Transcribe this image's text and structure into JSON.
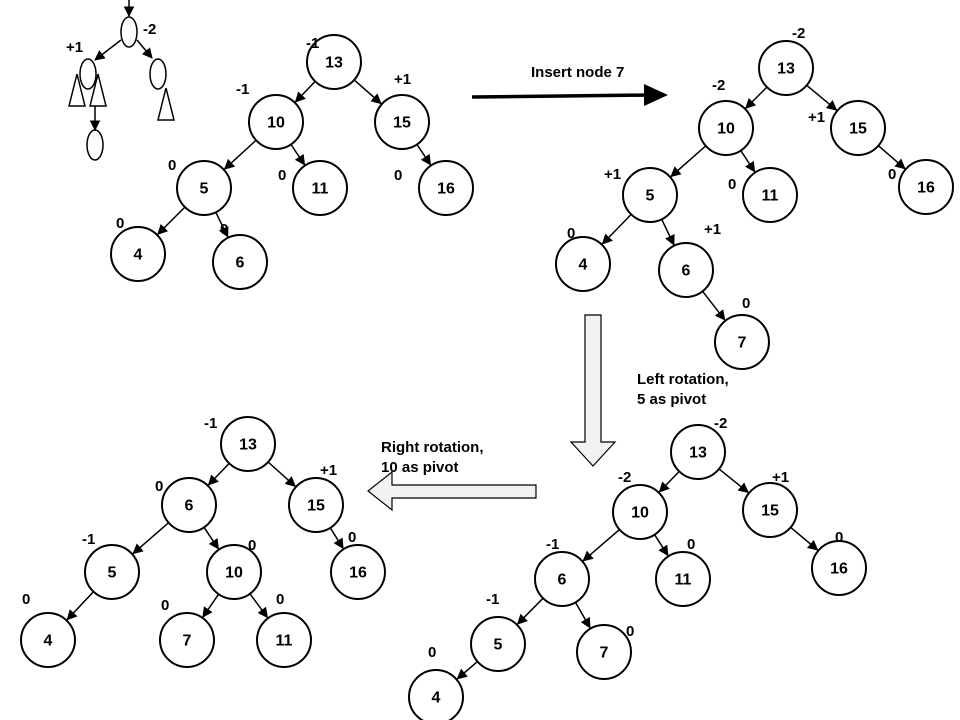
{
  "captions": {
    "insert": "Insert node 7",
    "left_rotation_line1": "Left rotation,",
    "left_rotation_line2": "5 as pivot",
    "right_rotation_line1": "Right rotation,",
    "right_rotation_line2": "10 as pivot"
  },
  "legend": {
    "root_balance": "-2",
    "child_balance": "+1"
  },
  "trees": {
    "original": {
      "nodes": [
        {
          "id": "13",
          "label": "13",
          "balance": "-1"
        },
        {
          "id": "10",
          "label": "10",
          "balance": "-1"
        },
        {
          "id": "15",
          "label": "15",
          "balance": "+1"
        },
        {
          "id": "5",
          "label": "5",
          "balance": "0"
        },
        {
          "id": "11",
          "label": "11",
          "balance": "0"
        },
        {
          "id": "16",
          "label": "16",
          "balance": "0"
        },
        {
          "id": "4",
          "label": "4",
          "balance": "0"
        },
        {
          "id": "6",
          "label": "6",
          "balance": "0"
        }
      ],
      "edges": [
        [
          "13",
          "10"
        ],
        [
          "13",
          "15"
        ],
        [
          "10",
          "5"
        ],
        [
          "10",
          "11"
        ],
        [
          "15",
          "16"
        ],
        [
          "5",
          "4"
        ],
        [
          "5",
          "6"
        ]
      ]
    },
    "after_insert": {
      "nodes": [
        {
          "id": "13",
          "label": "13",
          "balance": "-2"
        },
        {
          "id": "10",
          "label": "10",
          "balance": "-2"
        },
        {
          "id": "15",
          "label": "15",
          "balance": "+1"
        },
        {
          "id": "5",
          "label": "5",
          "balance": "+1"
        },
        {
          "id": "11",
          "label": "11",
          "balance": "0"
        },
        {
          "id": "16",
          "label": "16",
          "balance": "0"
        },
        {
          "id": "4",
          "label": "4",
          "balance": "0"
        },
        {
          "id": "6",
          "label": "6",
          "balance": "+1"
        },
        {
          "id": "7",
          "label": "7",
          "balance": "0"
        }
      ],
      "edges": [
        [
          "13",
          "10"
        ],
        [
          "13",
          "15"
        ],
        [
          "10",
          "5"
        ],
        [
          "10",
          "11"
        ],
        [
          "15",
          "16"
        ],
        [
          "5",
          "4"
        ],
        [
          "5",
          "6"
        ],
        [
          "6",
          "7"
        ]
      ]
    },
    "after_left_rotation": {
      "nodes": [
        {
          "id": "13",
          "label": "13",
          "balance": "-2"
        },
        {
          "id": "10",
          "label": "10",
          "balance": "-2"
        },
        {
          "id": "15",
          "label": "15",
          "balance": "+1"
        },
        {
          "id": "6",
          "label": "6",
          "balance": "-1"
        },
        {
          "id": "11",
          "label": "11",
          "balance": "0"
        },
        {
          "id": "16",
          "label": "16",
          "balance": "0"
        },
        {
          "id": "5",
          "label": "5",
          "balance": "-1"
        },
        {
          "id": "7",
          "label": "7",
          "balance": "0"
        },
        {
          "id": "4",
          "label": "4",
          "balance": "0"
        }
      ],
      "edges": [
        [
          "13",
          "10"
        ],
        [
          "13",
          "15"
        ],
        [
          "10",
          "6"
        ],
        [
          "10",
          "11"
        ],
        [
          "15",
          "16"
        ],
        [
          "6",
          "5"
        ],
        [
          "6",
          "7"
        ],
        [
          "5",
          "4"
        ]
      ]
    },
    "after_right_rotation": {
      "nodes": [
        {
          "id": "13",
          "label": "13",
          "balance": "-1"
        },
        {
          "id": "6",
          "label": "6",
          "balance": "0"
        },
        {
          "id": "15",
          "label": "15",
          "balance": "+1"
        },
        {
          "id": "5",
          "label": "5",
          "balance": "-1"
        },
        {
          "id": "10",
          "label": "10",
          "balance": "0"
        },
        {
          "id": "16",
          "label": "16",
          "balance": "0"
        },
        {
          "id": "4",
          "label": "4",
          "balance": "0"
        },
        {
          "id": "7",
          "label": "7",
          "balance": "0"
        },
        {
          "id": "11",
          "label": "11",
          "balance": "0"
        }
      ],
      "edges": [
        [
          "13",
          "6"
        ],
        [
          "13",
          "15"
        ],
        [
          "6",
          "5"
        ],
        [
          "6",
          "10"
        ],
        [
          "15",
          "16"
        ],
        [
          "5",
          "4"
        ],
        [
          "10",
          "7"
        ],
        [
          "10",
          "11"
        ]
      ]
    }
  }
}
